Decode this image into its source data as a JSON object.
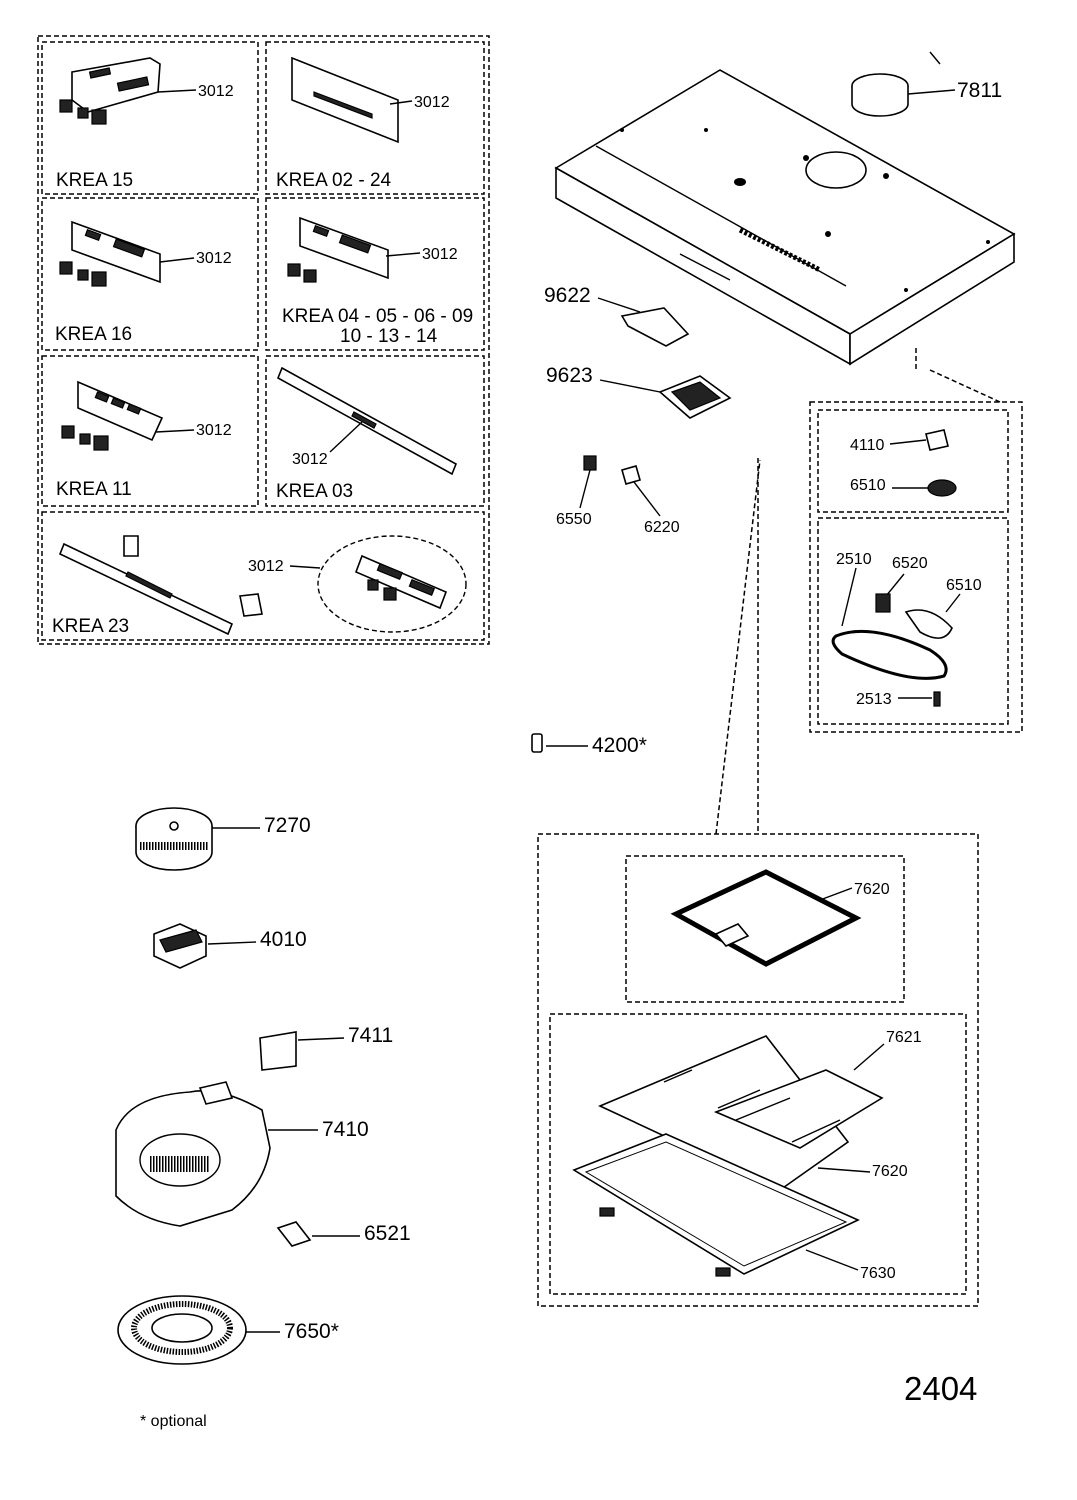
{
  "variants": {
    "krea15": {
      "label": "KREA 15",
      "part": "3012"
    },
    "krea0224": {
      "label": "KREA 02 - 24",
      "part": "3012"
    },
    "krea16": {
      "label": "KREA 16",
      "part": "3012"
    },
    "krea04": {
      "label_line1": "KREA 04 - 05 - 06 - 09",
      "label_line2": "10 - 13 - 14",
      "part": "3012"
    },
    "krea11": {
      "label": "KREA 11",
      "part": "3012"
    },
    "krea03": {
      "label": "KREA 03",
      "part": "3012"
    },
    "krea23": {
      "label": "KREA 23",
      "part": "3012"
    }
  },
  "parts": {
    "p7811": "7811",
    "p9622": "9622",
    "p9623": "9623",
    "p6550": "6550",
    "p6220": "6220",
    "p4110": "4110",
    "p6510a": "6510",
    "p2510": "2510",
    "p6520": "6520",
    "p6510b": "6510",
    "p2513": "2513",
    "p4200": "4200*",
    "p7270": "7270",
    "p4010": "4010",
    "p7411": "7411",
    "p7410": "7410",
    "p6521": "6521",
    "p7650": "7650*",
    "p7620a": "7620",
    "p7621": "7621",
    "p7620b": "7620",
    "p7630": "7630"
  },
  "footer": {
    "page_number": "2404",
    "note": "* optional"
  }
}
